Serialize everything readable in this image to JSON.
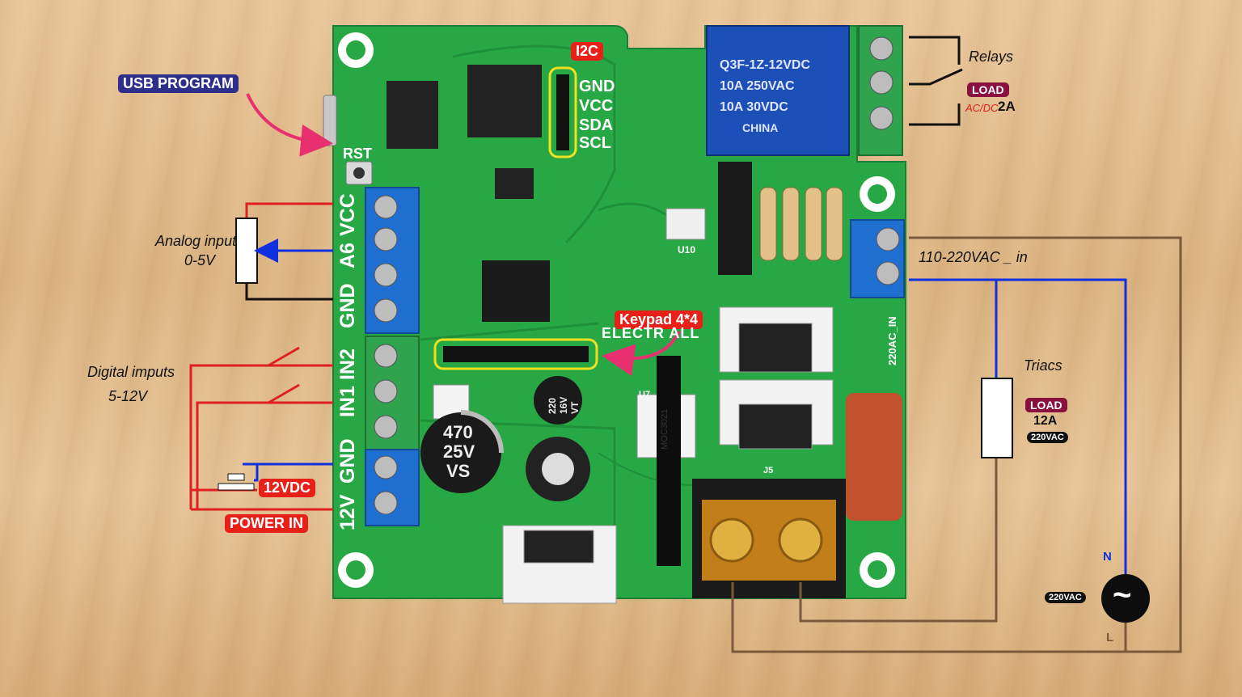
{
  "callouts": {
    "usb_program": "USB PROGRAM",
    "i2c": "I2C",
    "keypad": "Keypad 4*4",
    "twelve_vdc": "12VDC",
    "power_in": "POWER IN",
    "rst": "RST"
  },
  "i2c_pins": [
    "GND",
    "VCC",
    "SDA",
    "SCL"
  ],
  "left_terminal_labels": [
    "VCC",
    "A6",
    "GND",
    "IN2",
    "IN1",
    "GND",
    "12V"
  ],
  "left_annotations": {
    "analog_input": "Analog input",
    "analog_range": "0-5V",
    "digital_inputs": "Digital imputs",
    "digital_range": "5-12V"
  },
  "relay": {
    "label": "Relays",
    "load": "LOAD",
    "acdc": "AC/DC",
    "current": "2A",
    "marking_lines": [
      "Q3F-1Z-12VDC",
      "10A 250VAC",
      "10A 30VDC",
      "CHINA"
    ]
  },
  "ac_input": {
    "label": "110-220VAC _ in",
    "board_label": "220AC_IN"
  },
  "triacs": {
    "label": "Triacs",
    "load": "LOAD",
    "current": "12A",
    "voltage": "220VAC"
  },
  "source": {
    "n": "N",
    "l": "L",
    "voltage": "220VAC",
    "symbol": "~"
  },
  "board": {
    "brand": "ELECTR ALL",
    "cap_big": [
      "470",
      "25V",
      "VS"
    ],
    "cap_small": [
      "220",
      "16V",
      "VT"
    ],
    "optocoupler": "MOC3021",
    "j5": "J5",
    "u10": "U10",
    "u7": "U7"
  },
  "colors": {
    "pcb": "#27a845",
    "pcb_dark": "#1f8f3a",
    "terminal_blue": "#1f6fd1",
    "terminal_green": "#2fa34d",
    "relay_blue": "#1d4fb8",
    "wire_red": "#e02020",
    "wire_blue": "#1030e0",
    "wire_brown": "#7a5a3a",
    "callout_red": "#e8201a",
    "callout_navy": "#2d2f8a",
    "load_maroon": "#8a1040",
    "arrow_pink": "#e83070",
    "highlight_yellow": "#f0e020"
  }
}
